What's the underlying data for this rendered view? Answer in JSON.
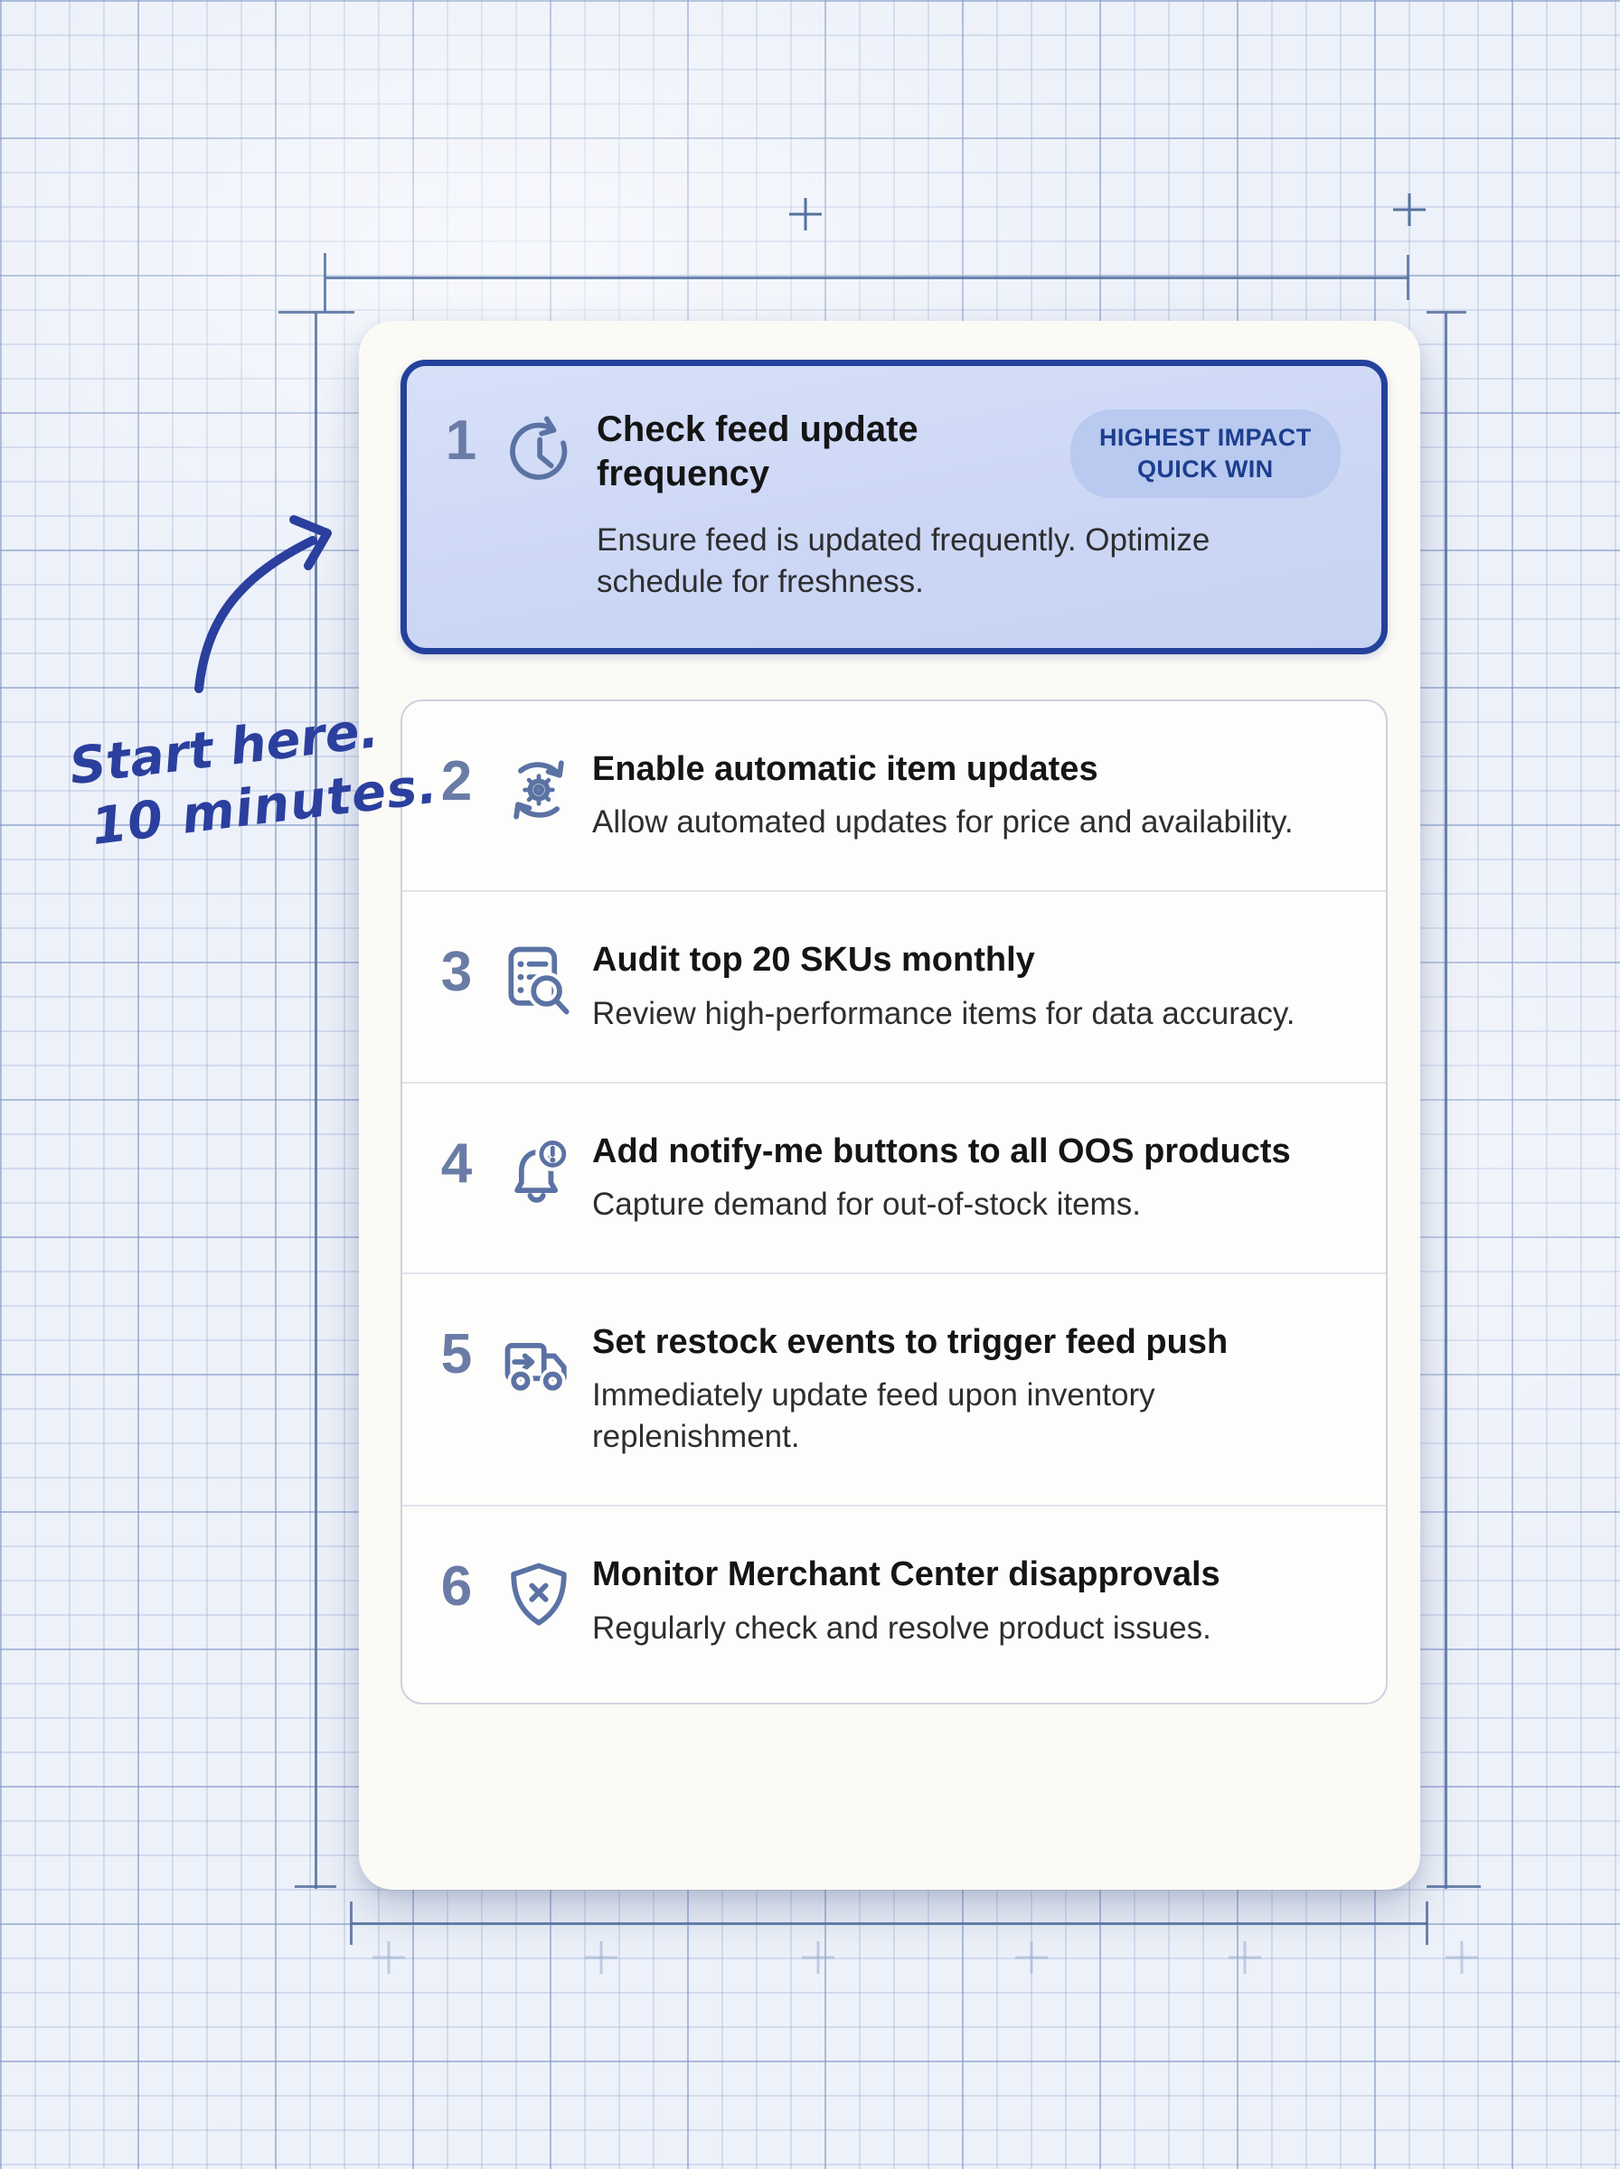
{
  "annotation": {
    "line1": "Start here.",
    "line2": "10 minutes."
  },
  "checklist": {
    "items": [
      {
        "number": "1",
        "title": "Check feed update frequency",
        "description": "Ensure feed is updated frequently. Optimize schedule for freshness.",
        "icon": "clock-refresh-icon",
        "highlighted": true,
        "badge": {
          "line1": "HIGHEST IMPACT",
          "line2": "QUICK WIN"
        }
      },
      {
        "number": "2",
        "title": "Enable automatic item updates",
        "description": "Allow automated updates for price and availability.",
        "icon": "gear-sync-icon"
      },
      {
        "number": "3",
        "title": "Audit top 20 SKUs monthly",
        "description": "Review high-performance items for data accuracy.",
        "icon": "audit-list-magnifier-icon"
      },
      {
        "number": "4",
        "title": "Add notify-me buttons to all OOS products",
        "description": "Capture demand for out-of-stock items.",
        "icon": "bell-alert-icon"
      },
      {
        "number": "5",
        "title": "Set restock events to trigger feed push",
        "description": "Immediately update feed upon inventory replenishment.",
        "icon": "truck-restock-icon"
      },
      {
        "number": "6",
        "title": "Monitor Merchant Center disapprovals",
        "description": "Regularly check and resolve product issues.",
        "icon": "shield-x-icon"
      }
    ]
  },
  "colors": {
    "accent_border": "#24419b",
    "highlight_card_bg": "#ccd7f5",
    "badge_bg": "#b9c9ef",
    "badge_text": "#1c3e8e",
    "icon_blue": "#5b72a4",
    "handwriting_ink": "#2b3f9e",
    "paper_bg": "#edf1f9"
  }
}
